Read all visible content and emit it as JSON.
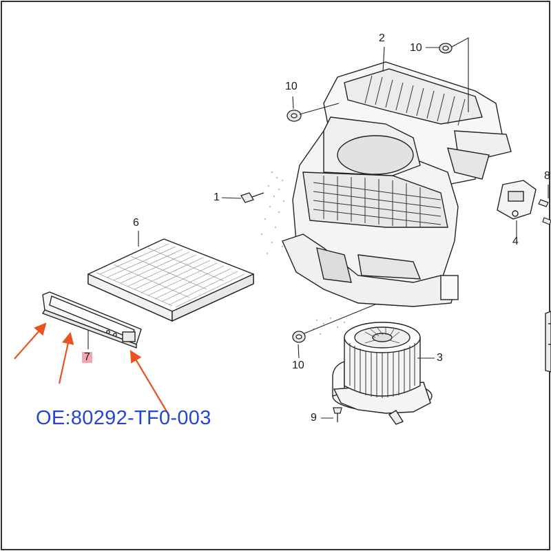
{
  "callouts": {
    "c1": "1",
    "c2": "2",
    "c3": "3",
    "c4": "4",
    "c6": "6",
    "c7": "7",
    "c8": "8",
    "c9": "9",
    "c10_top": "10",
    "c10_mid": "10",
    "c10_bottom": "10"
  },
  "part_number": "OE:80292-TF0-003",
  "colors": {
    "arrow": "#e8531f",
    "part_number": "#2346d4",
    "highlight": "#f4a6b4",
    "line": "#222222"
  }
}
